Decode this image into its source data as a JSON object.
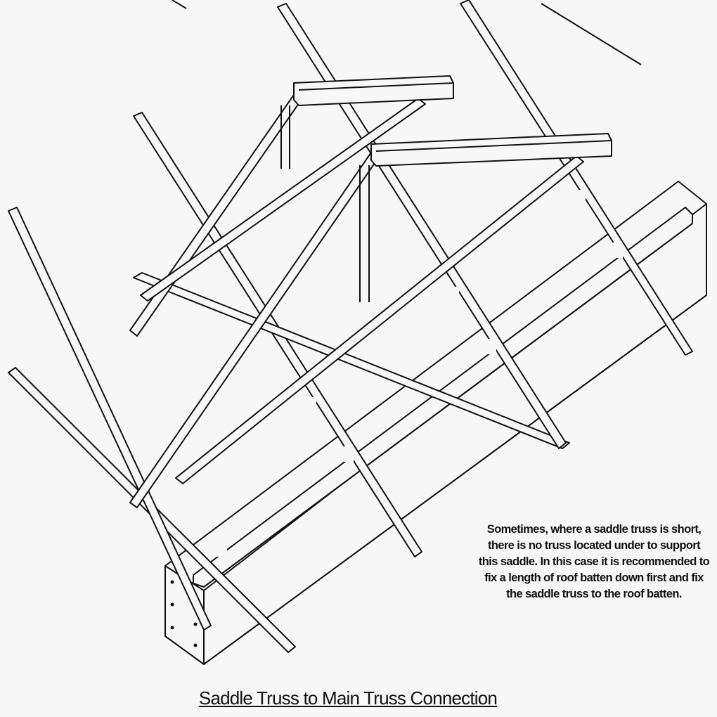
{
  "diagram": {
    "title": "Saddle Truss to Main Truss Connection",
    "note": "Sometimes, where a saddle truss is short, there is no truss located under to support this saddle. In this case it is recommended to fix a length of roof batten down first and fix the saddle truss to the roof batten.",
    "components": [
      "saddle-truss",
      "main-truss-rafters",
      "top-chord-beams",
      "roof-batten",
      "wall-plate-beam",
      "connection-brackets",
      "end-post"
    ],
    "colors": {
      "line": "#111111",
      "background": "#f7f7f7"
    }
  }
}
